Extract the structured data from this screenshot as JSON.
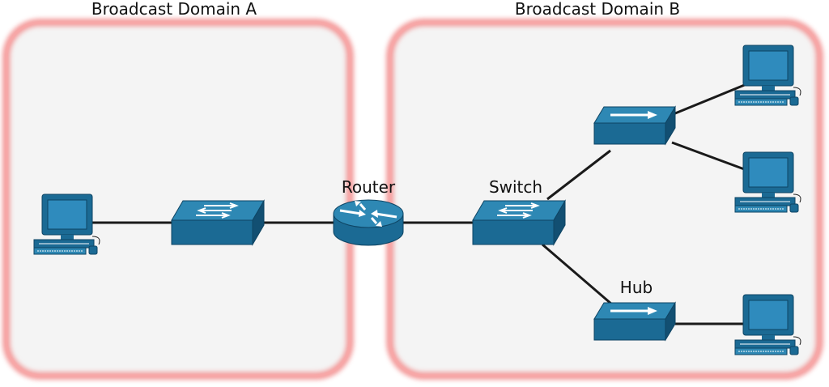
{
  "domains": {
    "a": {
      "title": "Broadcast Domain A"
    },
    "b": {
      "title": "Broadcast Domain B"
    }
  },
  "devices": {
    "router": {
      "label": "Router",
      "icon": "router-icon"
    },
    "switch_main": {
      "label": "Switch",
      "icon": "switch-icon"
    },
    "hub_lower": {
      "label": "Hub",
      "icon": "hub-icon"
    },
    "switch_a": {
      "label": "",
      "icon": "switch-icon"
    },
    "hub_upper": {
      "label": "",
      "icon": "hub-icon"
    },
    "computers": {
      "icon": "computer-icon"
    }
  },
  "colors": {
    "device_blue": "#1b6a94",
    "device_top": "#2e88b4",
    "domain_border": "#f28b8b",
    "link": "#1a1a1a"
  }
}
